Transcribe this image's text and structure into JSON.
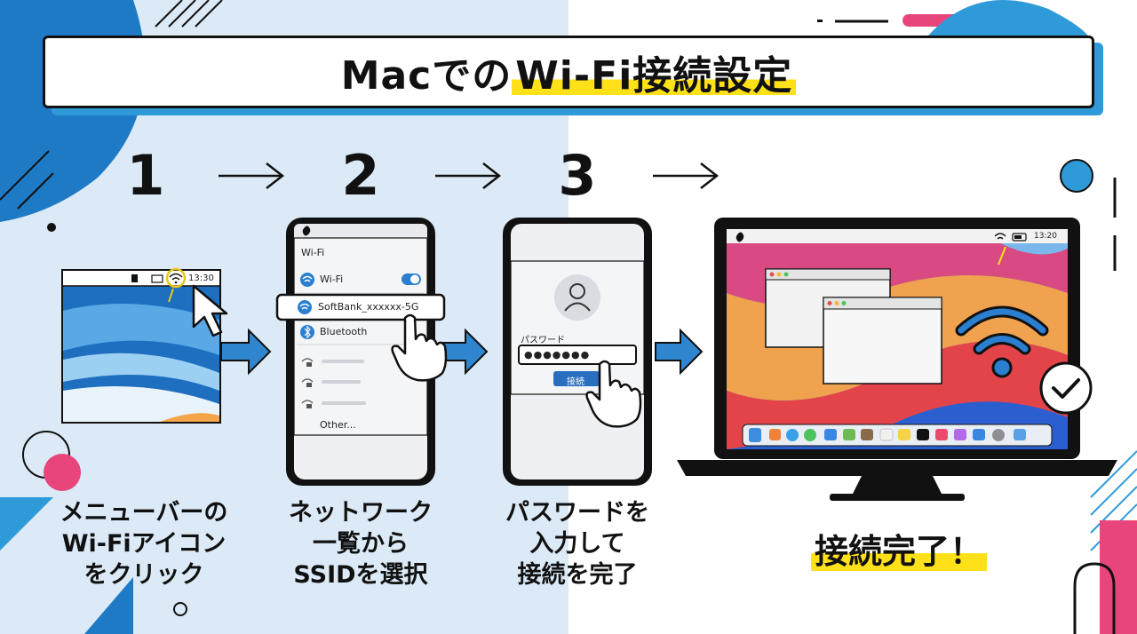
{
  "title": {
    "before": "Macでの",
    "highlight": "Wi-Fi接続設定"
  },
  "steps": [
    {
      "number": "1",
      "caption": [
        "メニューバーの",
        "Wi-Fiアイコン",
        "をクリック"
      ]
    },
    {
      "number": "2",
      "caption": [
        "ネットワーク",
        "一覧から",
        "SSIDを選択"
      ]
    },
    {
      "number": "3",
      "caption": [
        "パスワードを",
        "入力して",
        "接続を完了"
      ]
    }
  ],
  "final": {
    "caption": "接続完了！"
  },
  "screen1": {
    "clock": "13:30"
  },
  "screen2": {
    "header": "Wi-Fi",
    "wifi_label": "Wi-Fi",
    "selected_network": "SoftBank_xxxxxx-5G",
    "bluetooth_label": "Bluetooth",
    "other_label": "Other..."
  },
  "screen3": {
    "password_label": "パスワード",
    "password_value": "●●●●●●●",
    "connect_button": "接続"
  },
  "screen4": {
    "clock": "13:20"
  },
  "colors": {
    "accent_blue": "#2f9ad8",
    "dark_blue": "#1f6fb6",
    "highlight_yellow": "#ffe11a",
    "pink": "#e8457d",
    "ink": "#111111"
  }
}
